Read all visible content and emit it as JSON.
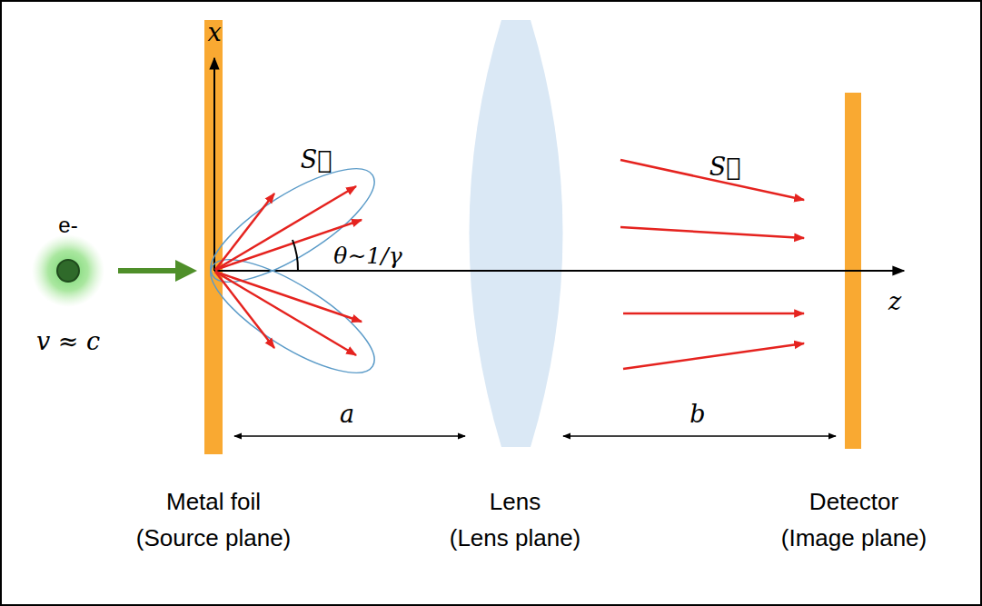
{
  "diagram": {
    "labels": [
      "x",
      "e-",
      "v ≈ c",
      "S⃗",
      "θ∼1/γ",
      "z",
      "a",
      "b",
      "S⃗",
      "Metal foil",
      "(Source plane)",
      "Lens",
      "(Lens plane)",
      "Detector",
      "(Image plane)"
    ]
  }
}
